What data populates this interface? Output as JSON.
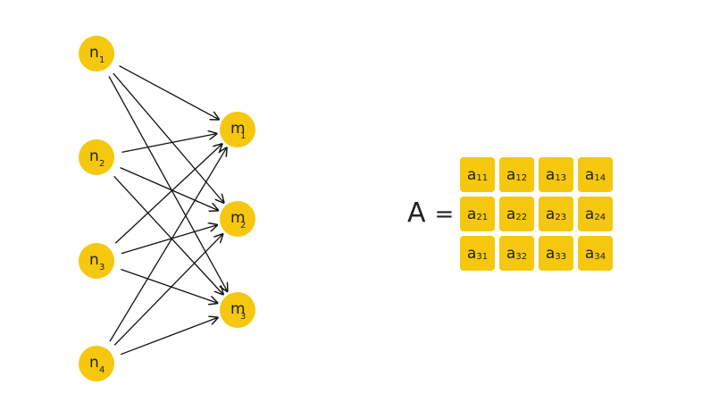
{
  "colors": {
    "node_fill": "#f5c70f",
    "edge": "#111111",
    "text": "#222222"
  },
  "input_nodes": [
    {
      "base": "n",
      "sub": "1"
    },
    {
      "base": "n",
      "sub": "2"
    },
    {
      "base": "n",
      "sub": "3"
    },
    {
      "base": "n",
      "sub": "4"
    }
  ],
  "output_nodes": [
    {
      "base": "m",
      "sub": "1"
    },
    {
      "base": "m",
      "sub": "2"
    },
    {
      "base": "m",
      "sub": "3"
    }
  ],
  "edges": "all input nodes connect to all output nodes",
  "equation": {
    "lhs": "A",
    "sign": "="
  },
  "matrix": [
    [
      "11",
      "12",
      "13",
      "14"
    ],
    [
      "21",
      "22",
      "23",
      "24"
    ],
    [
      "31",
      "32",
      "33",
      "34"
    ]
  ],
  "matrix_base": "a"
}
